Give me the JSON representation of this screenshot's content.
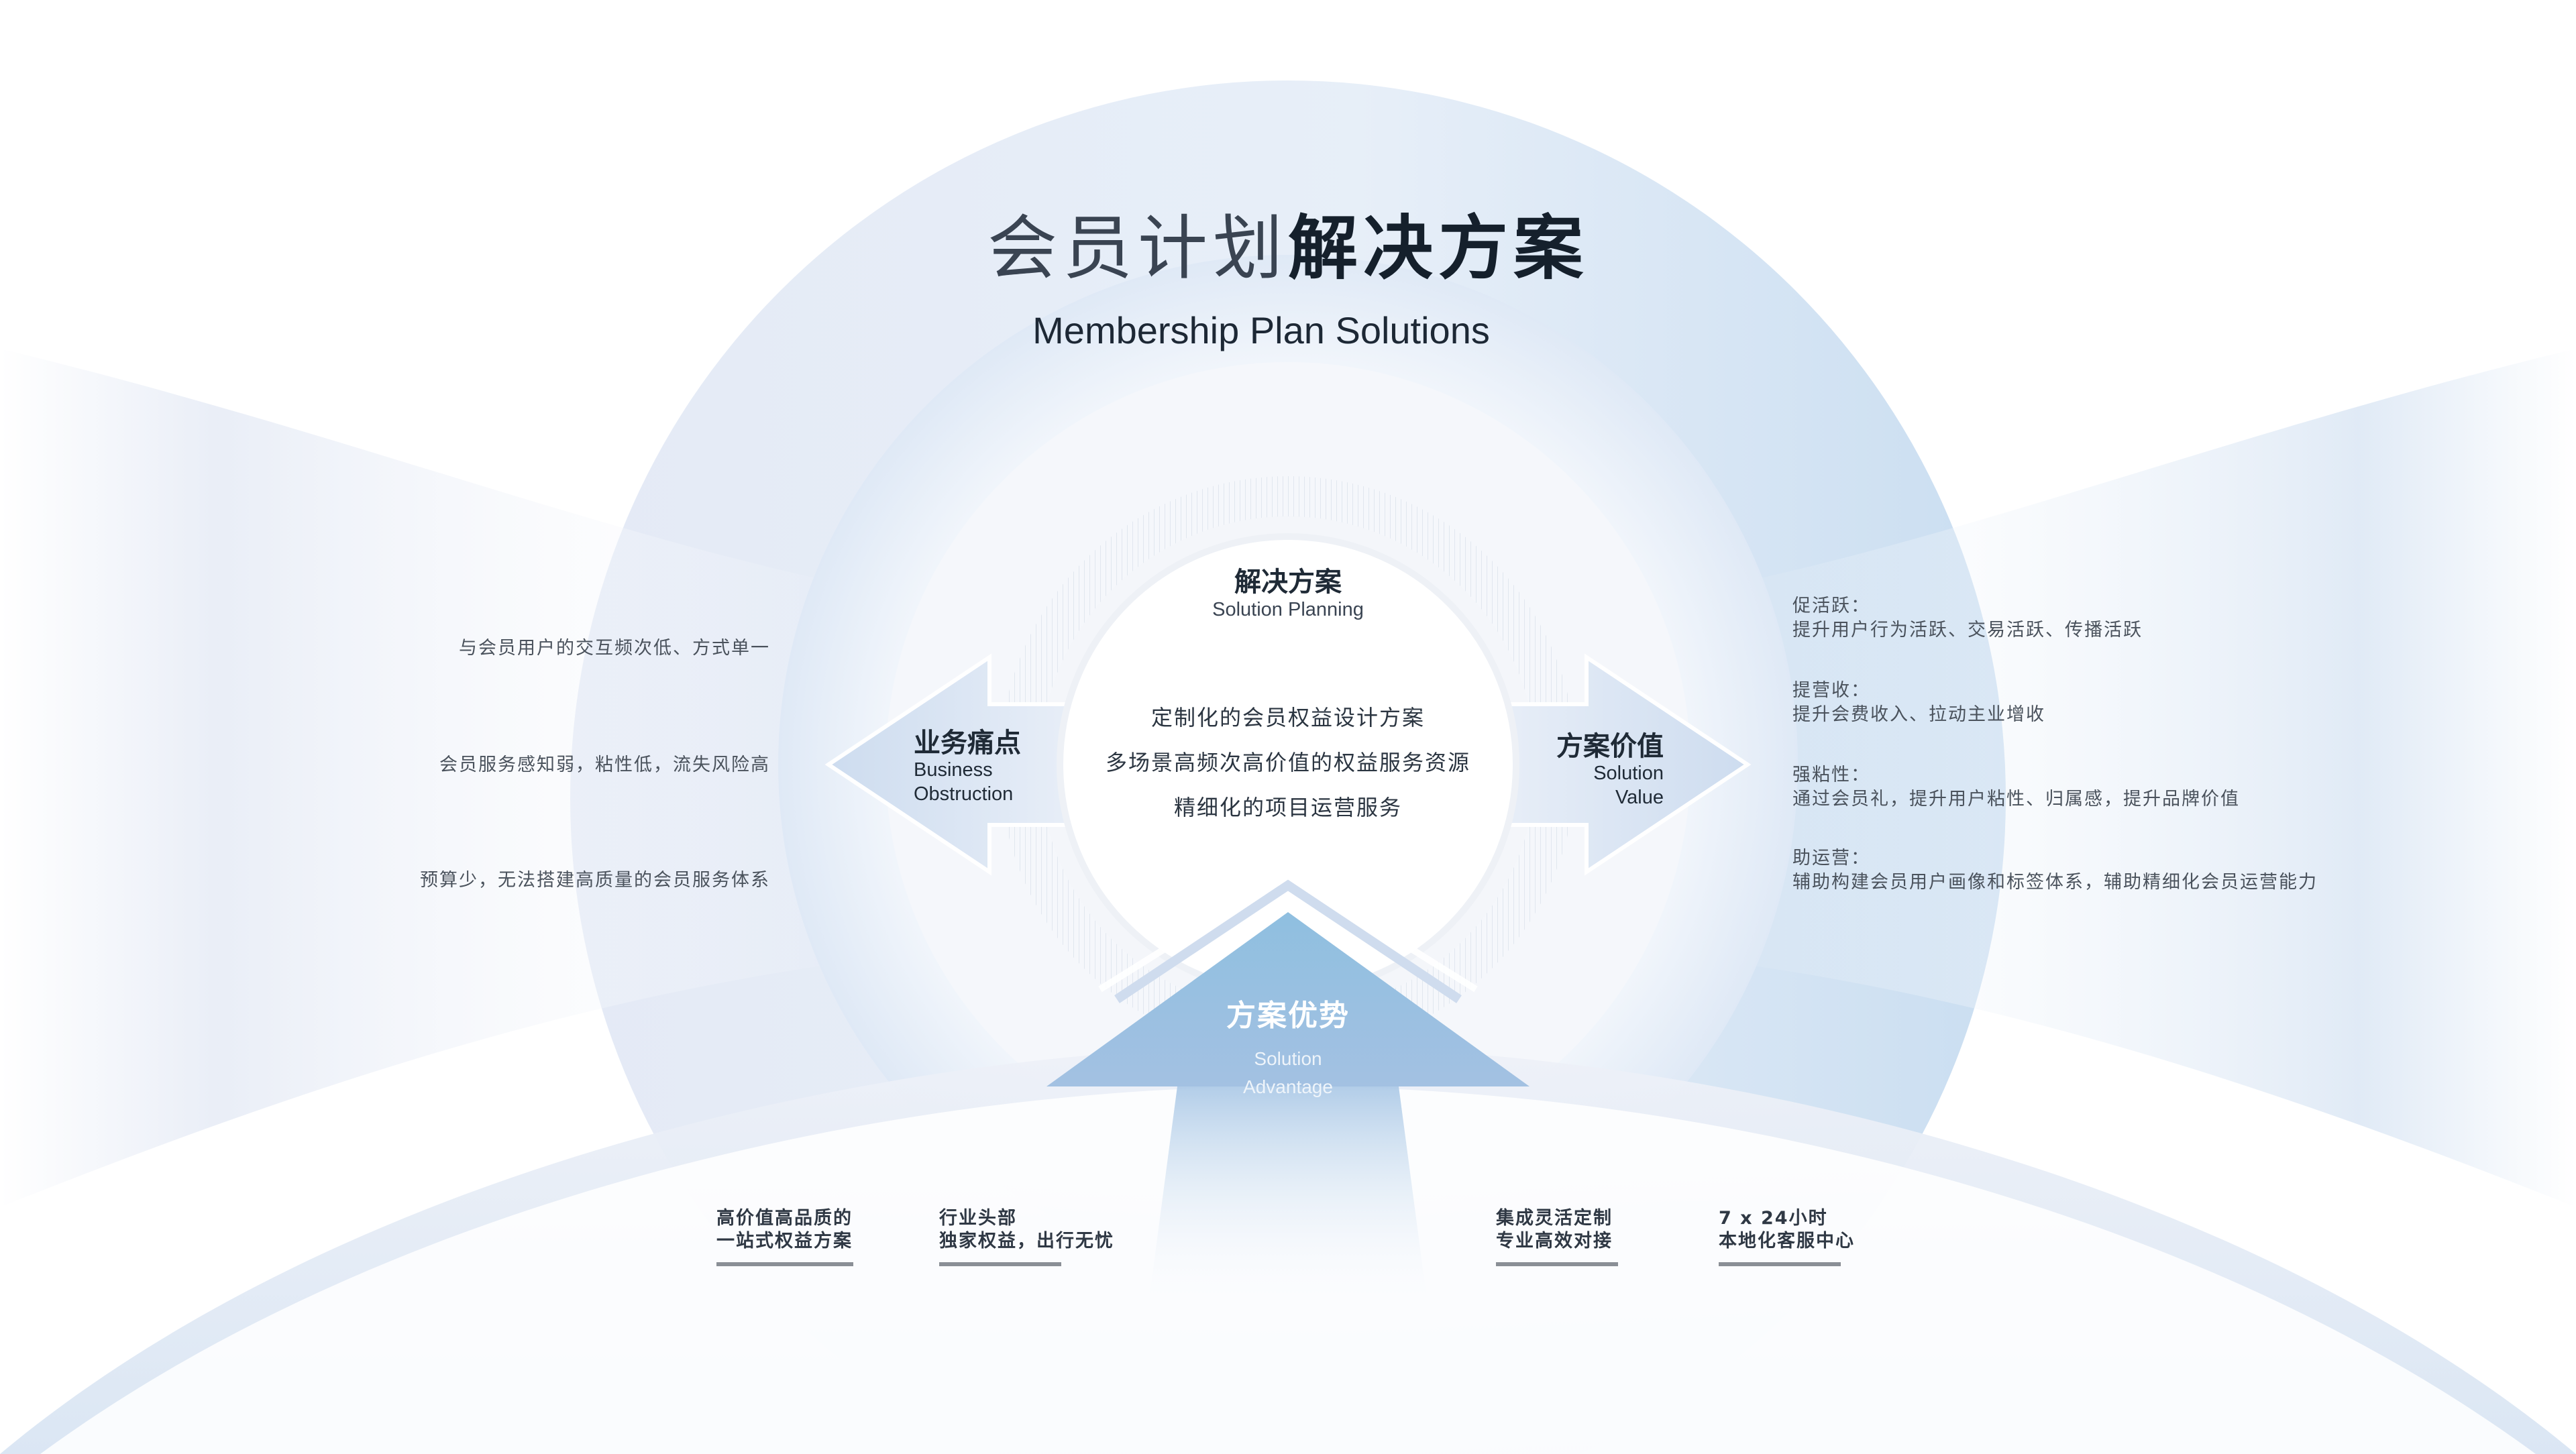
{
  "title": {
    "light": "会员计划",
    "bold": "解决方案",
    "subtitle": "Membership Plan Solutions"
  },
  "center": {
    "title": "解决方案",
    "subtitle": "Solution Planning",
    "lines": [
      "定制化的会员权益设计方案",
      "多场景高频次高价值的权益服务资源",
      "精细化的项目运营服务"
    ]
  },
  "left_arrow": {
    "title": "业务痛点",
    "subtitle_line1": "Business",
    "subtitle_line2": "Obstruction"
  },
  "right_arrow": {
    "title": "方案价值",
    "subtitle_line1": "Solution",
    "subtitle_line2": "Value"
  },
  "bottom_arrow": {
    "title": "方案优势",
    "subtitle_line1": "Solution",
    "subtitle_line2": "Advantage"
  },
  "pain_points": [
    "与会员用户的交互频次低、方式单一",
    "会员服务感知弱，粘性低，流失风险高",
    "预算少，无法搭建高质量的会员服务体系"
  ],
  "values": [
    {
      "heading": "促活跃：",
      "text": "提升用户行为活跃、交易活跃、传播活跃"
    },
    {
      "heading": "提营收：",
      "text": "提升会费收入、拉动主业增收"
    },
    {
      "heading": "强粘性：",
      "text": "通过会员礼，提升用户粘性、归属感，提升品牌价值"
    },
    {
      "heading": "助运营：",
      "text": "辅助构建会员用户画像和标签体系，辅助精细化会员运营能力"
    }
  ],
  "advantages": [
    {
      "line1": "高价值高品质的",
      "line2": "一站式权益方案"
    },
    {
      "line1": "行业头部",
      "line2": "独家权益，出行无忧"
    },
    {
      "line1": "集成灵活定制",
      "line2": "专业高效对接"
    },
    {
      "line1": "7 x 24小时",
      "line2": "本地化客服中心"
    }
  ],
  "colors": {
    "accent_blue": "#8fbfe0",
    "arc_blue": "#d3e4f5",
    "text_dark": "#1f2a36",
    "text_gray": "#4a525c"
  }
}
